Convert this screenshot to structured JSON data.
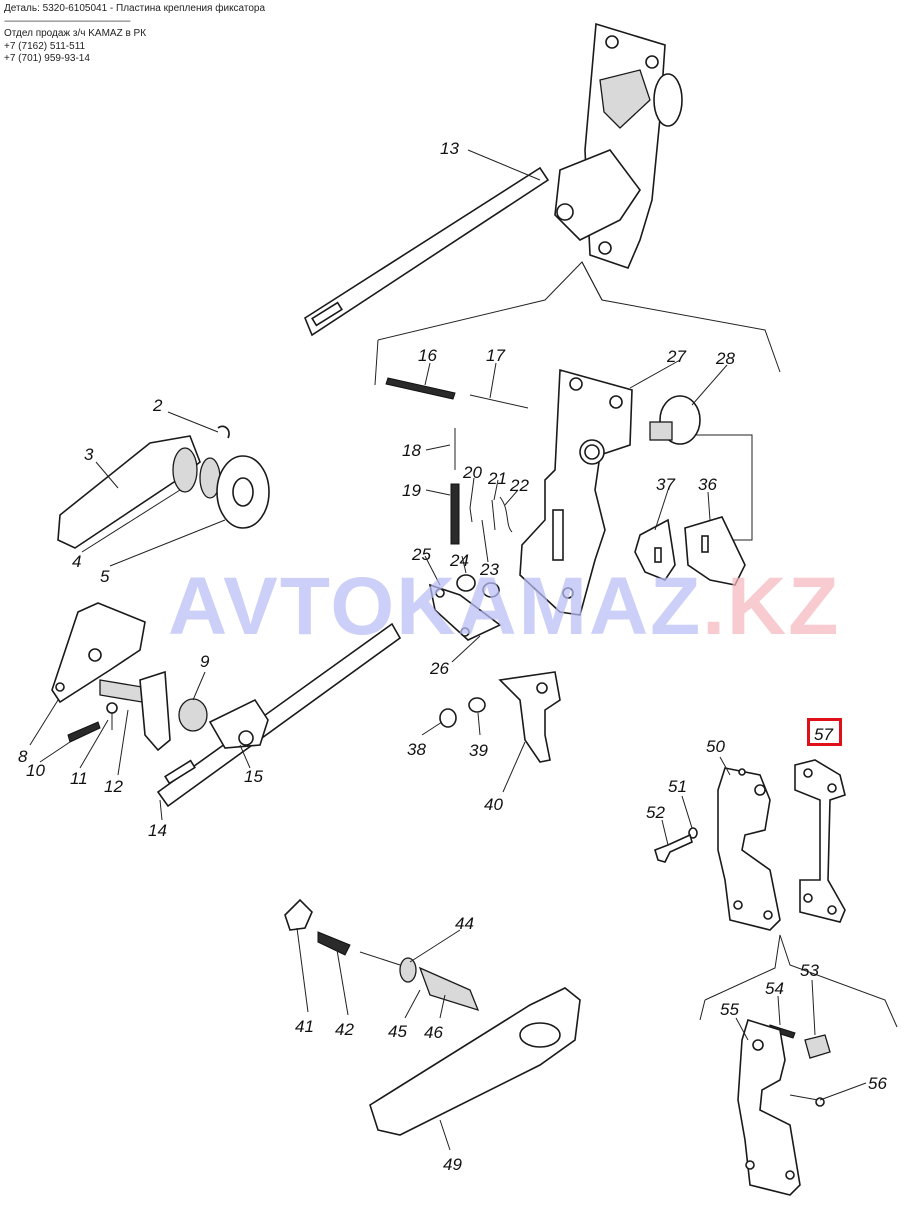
{
  "header": {
    "title": "Деталь: 5320-6105041 - Пластина крепления фиксатора",
    "separator": "------------------------------------------------------",
    "dept": "Отдел продаж з/ч KAMAZ в РК",
    "phone1": "+7 (7162) 511-511",
    "phone2": "+7 (701) 959-93-14"
  },
  "watermark": {
    "part1": "AVTOKAMAZ",
    "part2": ".KZ",
    "color1": "#b9bdf5",
    "color2": "#f4b8bf"
  },
  "highlight": {
    "label": "57",
    "color": "#e0101a"
  },
  "labels": [
    "2",
    "3",
    "4",
    "5",
    "8",
    "9",
    "10",
    "11",
    "12",
    "13",
    "14",
    "15",
    "16",
    "17",
    "18",
    "19",
    "20",
    "21",
    "22",
    "23",
    "24",
    "25",
    "26",
    "27",
    "28",
    "36",
    "37",
    "38",
    "39",
    "40",
    "41",
    "42",
    "44",
    "45",
    "46",
    "49",
    "50",
    "51",
    "52",
    "53",
    "54",
    "55",
    "56",
    "57"
  ]
}
